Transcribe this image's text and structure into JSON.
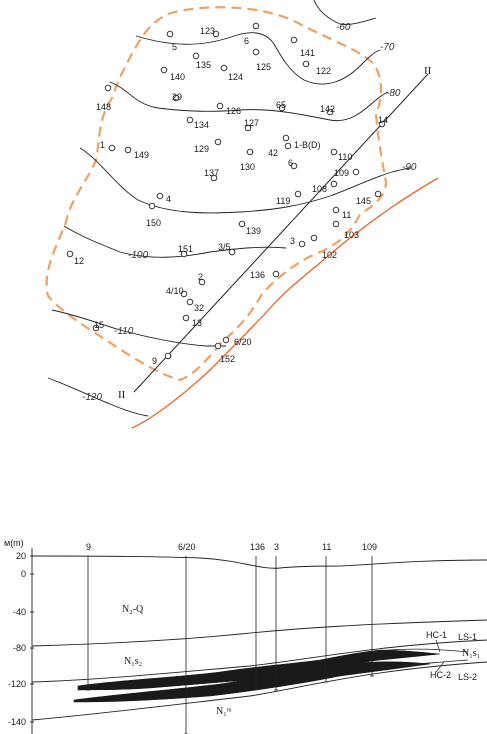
{
  "map": {
    "contours": [
      {
        "label": "-60"
      },
      {
        "label": "-70"
      },
      {
        "label": "-80"
      },
      {
        "label": "-90"
      },
      {
        "label": "-100"
      },
      {
        "label": "-110"
      },
      {
        "label": "-120"
      }
    ],
    "section_marks": [
      "II",
      "II"
    ],
    "wells": [
      {
        "label": "5"
      },
      {
        "label": "123"
      },
      {
        "label": "6"
      },
      {
        "label": "141"
      },
      {
        "label": "140"
      },
      {
        "label": "135"
      },
      {
        "label": "124"
      },
      {
        "label": "125"
      },
      {
        "label": "122"
      },
      {
        "label": "148"
      },
      {
        "label": "29"
      },
      {
        "label": "126"
      },
      {
        "label": "65"
      },
      {
        "label": "142"
      },
      {
        "label": "14"
      },
      {
        "label": "134"
      },
      {
        "label": "127"
      },
      {
        "label": "1-B(D)"
      },
      {
        "label": "1"
      },
      {
        "label": "149"
      },
      {
        "label": "129"
      },
      {
        "label": "42"
      },
      {
        "label": "110"
      },
      {
        "label": "130"
      },
      {
        "label": "6"
      },
      {
        "label": "109"
      },
      {
        "label": "137"
      },
      {
        "label": "108"
      },
      {
        "label": "4"
      },
      {
        "label": "119"
      },
      {
        "label": "145"
      },
      {
        "label": "150"
      },
      {
        "label": "11"
      },
      {
        "label": "139"
      },
      {
        "label": "103"
      },
      {
        "label": "3"
      },
      {
        "label": "151"
      },
      {
        "label": "3/5"
      },
      {
        "label": "102"
      },
      {
        "label": "12"
      },
      {
        "label": "136"
      },
      {
        "label": "2"
      },
      {
        "label": "4/10"
      },
      {
        "label": "32"
      },
      {
        "label": "13"
      },
      {
        "label": "15"
      },
      {
        "label": "6/20"
      },
      {
        "label": "9"
      },
      {
        "label": "152"
      }
    ]
  },
  "section": {
    "y_axis_title": "м(m)",
    "y_ticks": [
      "20",
      "0",
      "-40",
      "-80",
      "-120",
      "-140"
    ],
    "wells": [
      "9",
      "6/20",
      "136",
      "3",
      "11",
      "109"
    ],
    "layers": {
      "top": "N₂-Q",
      "middle": "N₁s₂",
      "bottom": "N₁ᵐ",
      "right": "N₁s₁"
    },
    "horizons": [
      "HC-1",
      "HC-2",
      "LS-1",
      "LS-2"
    ]
  }
}
